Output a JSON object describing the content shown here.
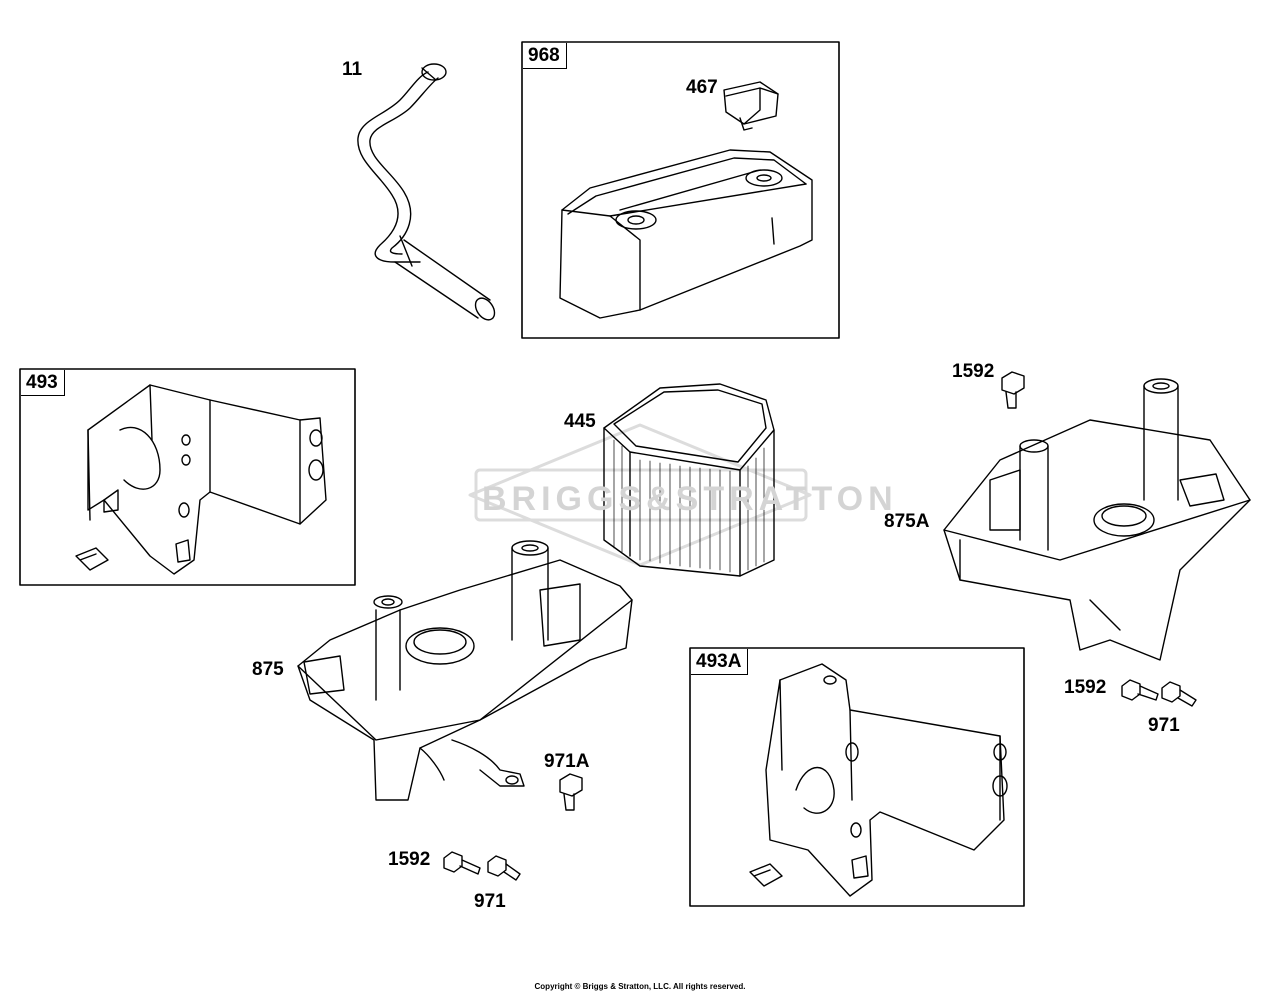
{
  "groups": [
    {
      "id": "g968",
      "tag": "968"
    },
    {
      "id": "g493",
      "tag": "493"
    },
    {
      "id": "g493A",
      "tag": "493A"
    }
  ],
  "labels": {
    "hose": "11",
    "cover_kit": "968",
    "clip": "467",
    "bracket_493": "493",
    "filter": "445",
    "screw_1592_top": "1592",
    "base_875A": "875A",
    "base_875": "875",
    "screw_971A": "971A",
    "screw_1592_right": "1592",
    "screw_971_right": "971",
    "bracket_493A": "493A",
    "screw_1592_bottom": "1592",
    "screw_971_bottom": "971"
  },
  "watermark": "BRIGGS&STRATTON",
  "copyright": "Copyright © Briggs & Stratton, LLC. All rights reserved."
}
